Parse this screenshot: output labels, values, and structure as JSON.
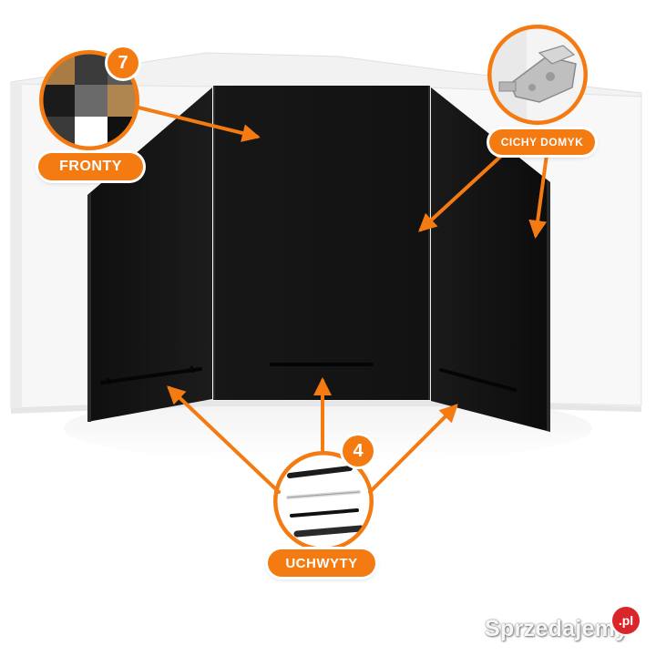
{
  "labels": {
    "fronty": "FRONTY",
    "cichy_domyk": "CICHY DOMYK",
    "uchwyty": "UCHWYTY"
  },
  "badges": {
    "fronty_count": "7",
    "uchwyty_count": "4"
  },
  "watermark": {
    "brand": "Sprzedajemy",
    "tld": ".pl"
  },
  "colors": {
    "accent": "#f47a12",
    "cabinet_body": "#ffffff",
    "cabinet_front": "#141414",
    "handle": "#0a0a0a",
    "watermark_red": "#d9262b"
  },
  "swatch_colors": [
    "#a97b45",
    "#3b3b3b",
    "#6a6a6a",
    "#1a1a1a",
    "#ffffff",
    "#111111"
  ],
  "icons": {
    "arrow": "arrow-icon",
    "hinge": "hinge-icon",
    "handles": "handles-icon",
    "swatches": "swatch-icon"
  }
}
